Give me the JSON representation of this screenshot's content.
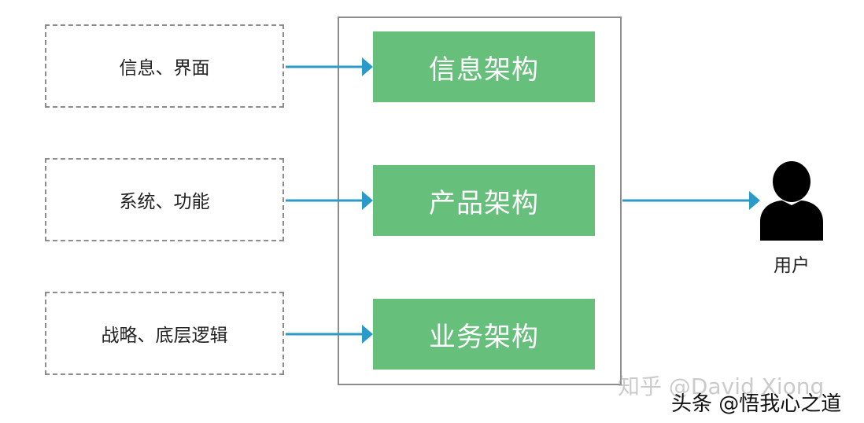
{
  "inputs": [
    {
      "label": "信息、界面"
    },
    {
      "label": "系统、功能"
    },
    {
      "label": "战略、底层逻辑"
    }
  ],
  "architectures": [
    {
      "label": "信息架构"
    },
    {
      "label": "产品架构"
    },
    {
      "label": "业务架构"
    }
  ],
  "user": {
    "label": "用户",
    "icon": "user-icon"
  },
  "watermarks": {
    "zhihu": "知乎 @David Xiong",
    "toutiao": "头条 @悟我心之道"
  },
  "colors": {
    "arch_fill": "#66bf7a",
    "arrow": "#2a9bc8",
    "border": "#8c8c8c"
  }
}
